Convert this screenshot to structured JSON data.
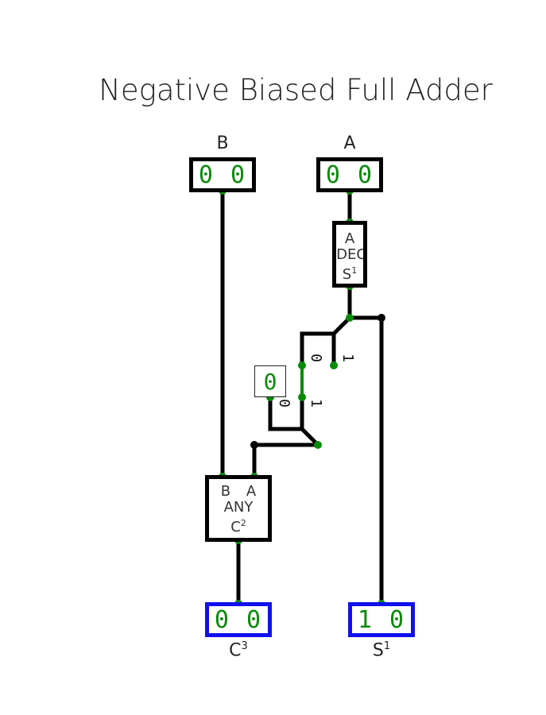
{
  "title": "Negative Biased Full Adder",
  "inputs": {
    "b": {
      "label": "B",
      "value": "0 0"
    },
    "a": {
      "label": "A",
      "value": "0 0"
    }
  },
  "dec_gate": {
    "line1": "A",
    "line2": "DEC",
    "line3": "S",
    "sup": "1"
  },
  "any_gate": {
    "pin_b": "B",
    "pin_a": "A",
    "line2": "ANY",
    "line3": "C",
    "sup": "2"
  },
  "constant": {
    "value": "0"
  },
  "mux_top": {
    "sel0": "0",
    "sel1": "1"
  },
  "mux_bottom": {
    "sel0": "0",
    "sel1": "1"
  },
  "outputs": {
    "c": {
      "label": "C",
      "sup": "3",
      "value": "0 0"
    },
    "s": {
      "label": "S",
      "sup": "1",
      "value": "1 0"
    }
  },
  "colors": {
    "wire": "#000000",
    "pin": "#0a8a0a",
    "output_border": "#1010ee",
    "value": "#0a8a0a"
  }
}
